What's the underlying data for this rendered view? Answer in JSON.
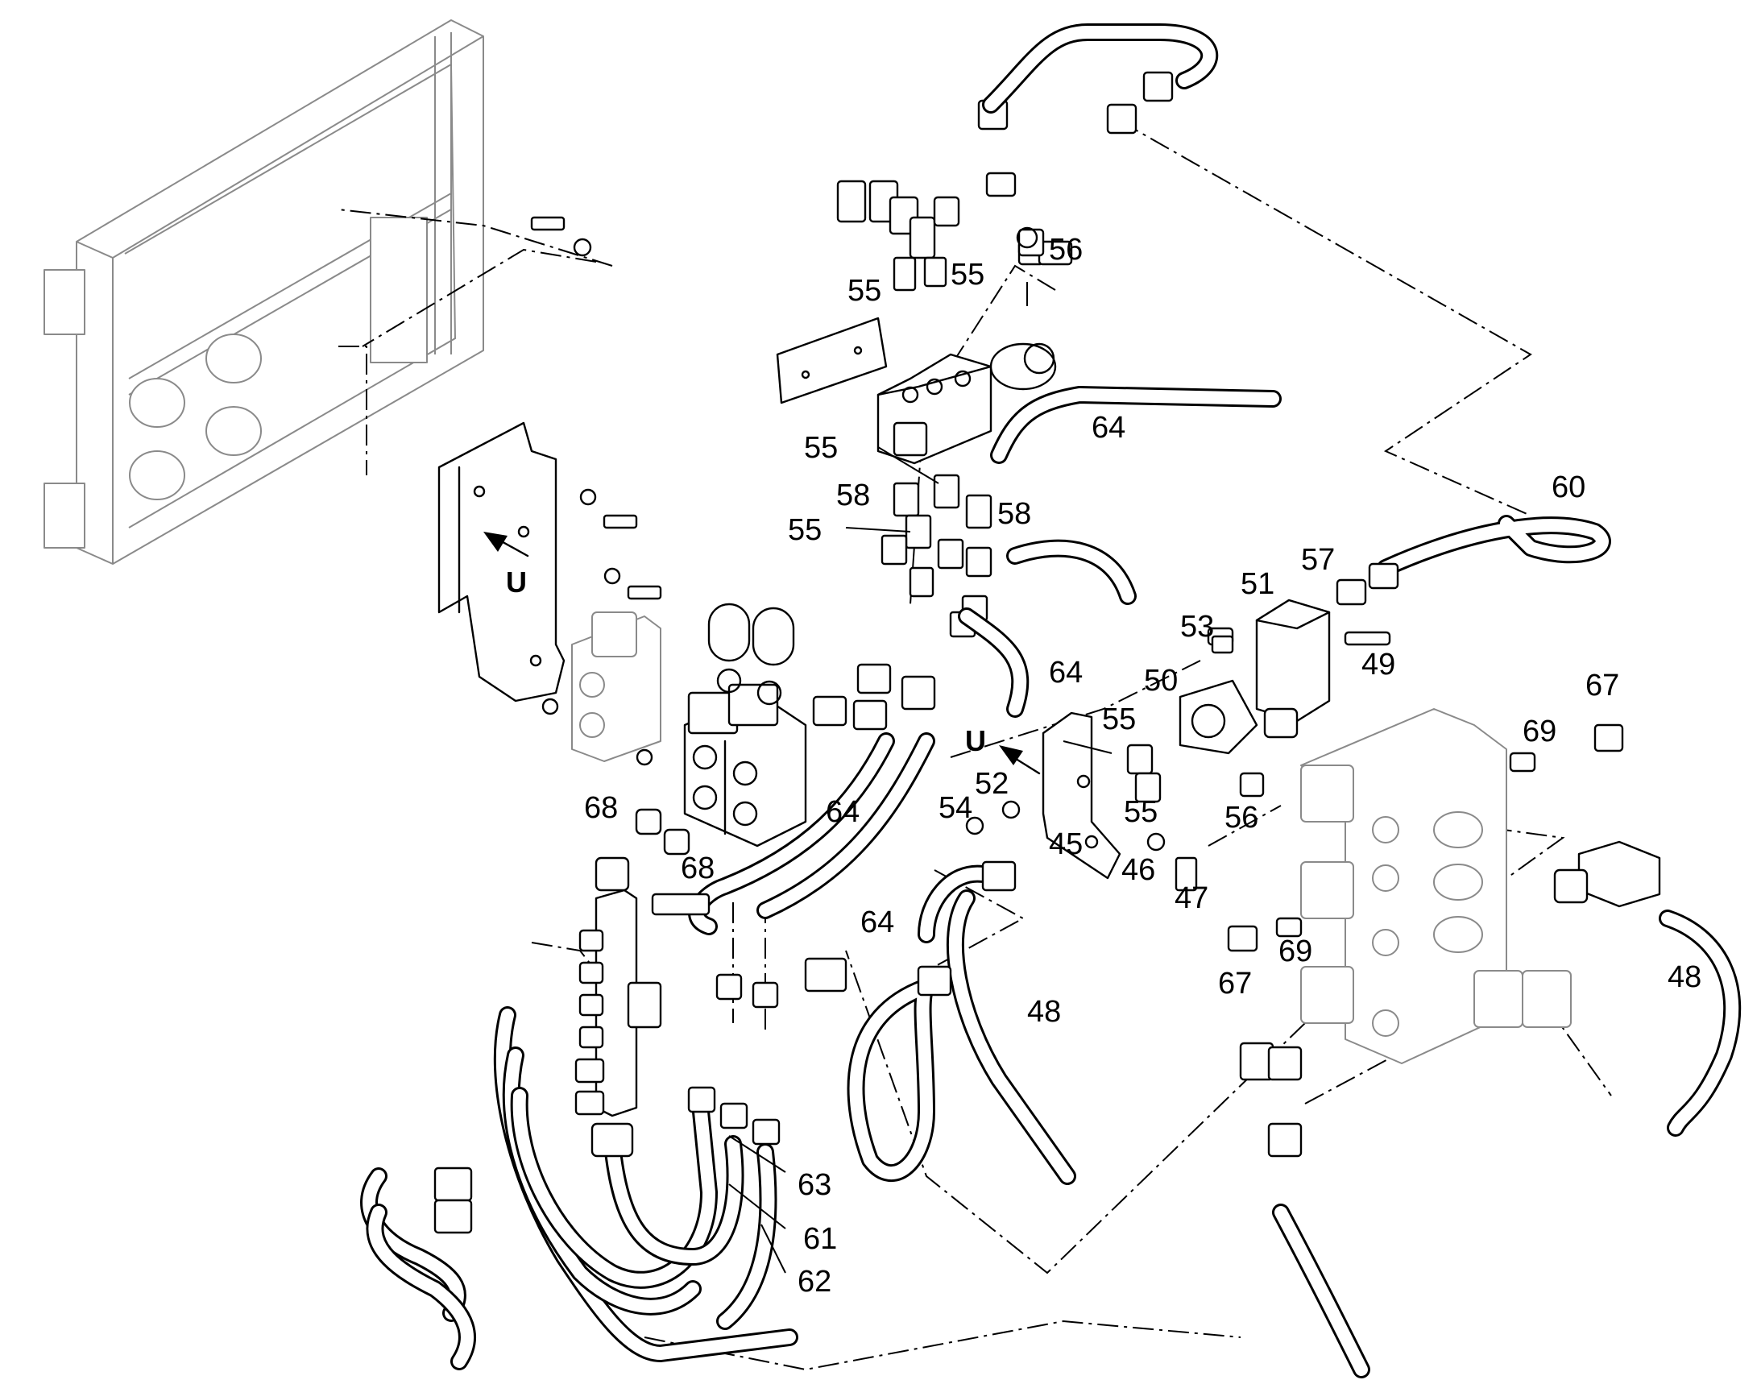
{
  "callouts": [
    {
      "id": "c56a",
      "text": "56"
    },
    {
      "id": "c55a",
      "text": "55"
    },
    {
      "id": "c55b",
      "text": "55"
    },
    {
      "id": "c64a",
      "text": "64"
    },
    {
      "id": "c55c",
      "text": "55"
    },
    {
      "id": "c58a",
      "text": "58"
    },
    {
      "id": "c58b",
      "text": "58"
    },
    {
      "id": "c55d",
      "text": "55"
    },
    {
      "id": "c60",
      "text": "60"
    },
    {
      "id": "c57",
      "text": "57"
    },
    {
      "id": "c51",
      "text": "51"
    },
    {
      "id": "c53",
      "text": "53"
    },
    {
      "id": "c49",
      "text": "49"
    },
    {
      "id": "c50",
      "text": "50"
    },
    {
      "id": "c64b",
      "text": "64"
    },
    {
      "id": "c55e",
      "text": "55"
    },
    {
      "id": "c52",
      "text": "52"
    },
    {
      "id": "c54",
      "text": "54"
    },
    {
      "id": "c55f",
      "text": "55"
    },
    {
      "id": "c56b",
      "text": "56"
    },
    {
      "id": "c67a",
      "text": "67"
    },
    {
      "id": "c69a",
      "text": "69"
    },
    {
      "id": "c68a",
      "text": "68"
    },
    {
      "id": "c68b",
      "text": "68"
    },
    {
      "id": "c64c",
      "text": "64"
    },
    {
      "id": "c64d",
      "text": "64"
    },
    {
      "id": "c45",
      "text": "45"
    },
    {
      "id": "c46",
      "text": "46"
    },
    {
      "id": "c47",
      "text": "47"
    },
    {
      "id": "c69b",
      "text": "69"
    },
    {
      "id": "c67b",
      "text": "67"
    },
    {
      "id": "c48a",
      "text": "48"
    },
    {
      "id": "c48b",
      "text": "48"
    },
    {
      "id": "c63",
      "text": "63"
    },
    {
      "id": "c61",
      "text": "61"
    },
    {
      "id": "c62",
      "text": "62"
    }
  ],
  "direction_labels": [
    {
      "id": "u1",
      "text": "U"
    },
    {
      "id": "u2",
      "text": "U"
    }
  ]
}
